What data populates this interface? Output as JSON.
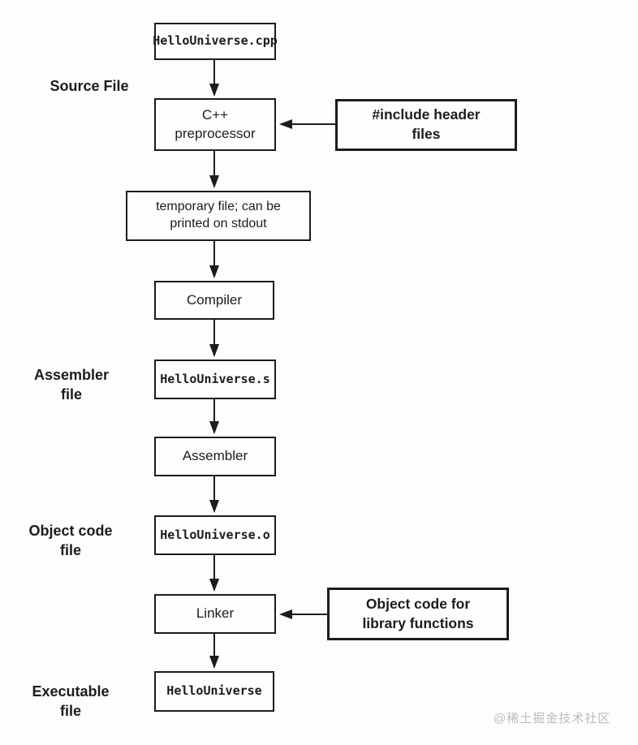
{
  "diagram": {
    "title_implicit": "C++ compilation pipeline flowchart",
    "nodes": {
      "source_cpp": "HelloUniverse.cpp",
      "preprocessor": "C++\npreprocessor",
      "include_headers": "#include header\nfiles",
      "temp_file": "temporary file; can be\nprinted on stdout",
      "compiler": "Compiler",
      "assembly_s": "HelloUniverse.s",
      "assembler": "Assembler",
      "object_o": "HelloUniverse.o",
      "linker": "Linker",
      "library_objects": "Object code for\nlibrary functions",
      "executable": "HelloUniverse"
    },
    "side_labels": {
      "source_file": "Source File",
      "assembler_file": "Assembler\nfile",
      "object_code_file": "Object code\nfile",
      "executable_file": "Executable\nfile"
    },
    "colors": {
      "line": "#1c1c1c",
      "box_background": "#fefefe",
      "watermark": "#bcbcbc"
    },
    "edges": [
      "source_cpp -> preprocessor",
      "include_headers -> preprocessor",
      "preprocessor -> temp_file",
      "temp_file -> compiler",
      "compiler -> assembly_s",
      "assembly_s -> assembler",
      "assembler -> object_o",
      "object_o -> linker",
      "library_objects -> linker",
      "linker -> executable"
    ]
  },
  "watermark": "@稀土掘金技术社区"
}
